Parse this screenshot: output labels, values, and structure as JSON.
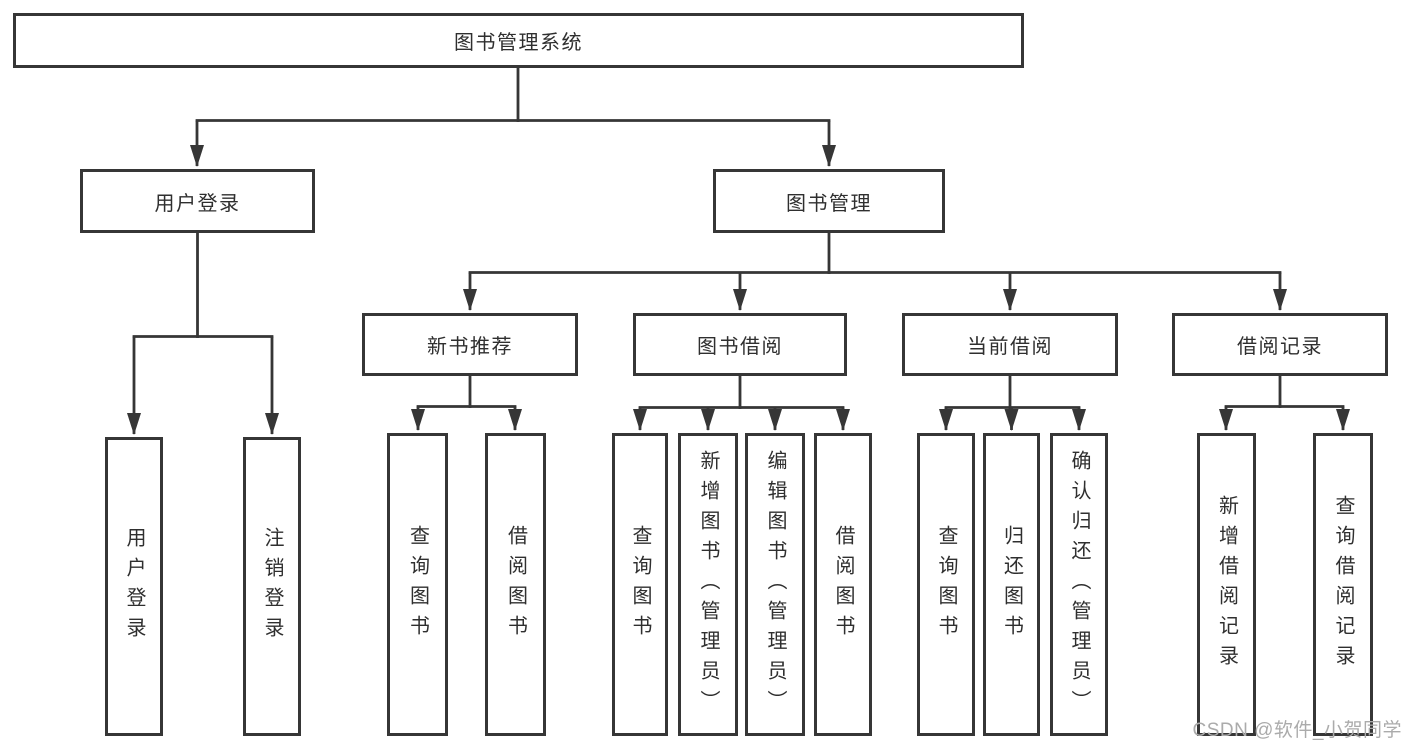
{
  "diagram": {
    "root": {
      "label": "图书管理系统"
    },
    "level2": {
      "user_login": {
        "label": "用户登录"
      },
      "book_mgmt": {
        "label": "图书管理"
      }
    },
    "level3": {
      "new_book": {
        "label": "新书推荐"
      },
      "borrow": {
        "label": "图书借阅"
      },
      "current": {
        "label": "当前借阅"
      },
      "record": {
        "label": "借阅记录"
      }
    },
    "leaves": {
      "user_login_leaf": {
        "label": "用户登录"
      },
      "logout": {
        "label": "注销登录"
      },
      "nb_query": {
        "label": "查询图书"
      },
      "nb_borrow": {
        "label": "借阅图书"
      },
      "bb_query": {
        "label": "查询图书"
      },
      "bb_add": {
        "label": "新增图书（管理员）"
      },
      "bb_edit": {
        "label": "编辑图书（管理员）"
      },
      "bb_borrow": {
        "label": "借阅图书"
      },
      "cb_query": {
        "label": "查询图书"
      },
      "cb_return": {
        "label": "归还图书"
      },
      "cb_confirm": {
        "label": "确认归还（管理员）"
      },
      "br_add": {
        "label": "新增借阅记录"
      },
      "br_query": {
        "label": "查询借阅记录"
      }
    }
  },
  "watermark": {
    "text": "CSDN @软件_小贺同学"
  },
  "colors": {
    "background": "#ffffff",
    "line": "#363636",
    "text": "#2f2f2f",
    "watermark": "#ababab"
  }
}
